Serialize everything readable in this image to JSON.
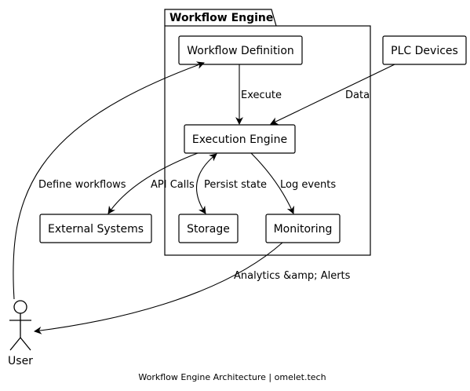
{
  "package": {
    "title": "Workflow Engine"
  },
  "nodes": {
    "workflow_definition": "Workflow Definition",
    "plc_devices": "PLC Devices",
    "execution_engine": "Execution Engine",
    "external_systems": "External Systems",
    "storage": "Storage",
    "monitoring": "Monitoring"
  },
  "actor": {
    "label": "User"
  },
  "edges": {
    "execute": "Execute",
    "data": "Data",
    "define_workflows": "Define workflows",
    "api_calls": "API Calls",
    "persist_state": "Persist state",
    "log_events": "Log events",
    "analytics_alerts": "Analytics &amp; Alerts"
  },
  "footer": "Workflow Engine Architecture | omelet.tech"
}
